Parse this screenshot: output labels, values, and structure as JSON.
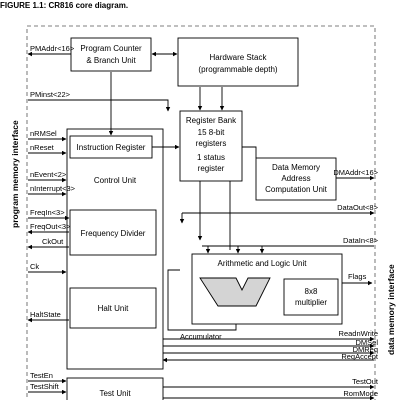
{
  "figure": {
    "title": "FIGURE 1.1:   CR816 core diagram."
  },
  "side_labels": {
    "left": "program memory interface",
    "right": "data memory interface"
  },
  "blocks": {
    "program_counter": [
      "Program Counter",
      "& Branch Unit"
    ],
    "hardware_stack": [
      "Hardware Stack",
      "(programmable depth)"
    ],
    "register_bank": [
      "Register Bank",
      "15 8-bit",
      "registers",
      "1 status",
      "register"
    ],
    "instruction_register": [
      "Instruction Register"
    ],
    "control_unit": [
      "Control Unit"
    ],
    "data_memory_address": [
      "Data Memory",
      "Address",
      "Computation Unit"
    ],
    "frequency_divider": [
      "Frequency Divider"
    ],
    "alu": [
      "Arithmetic and Logic Unit"
    ],
    "multiplier": [
      "8x8",
      "multiplier"
    ],
    "halt_unit": [
      "Halt Unit"
    ],
    "test_unit": [
      "Test Unit"
    ]
  },
  "signals": {
    "pmaddr": "PMAddr<16>",
    "pminst": "PMinst<22>",
    "nrmsel": "nRMSel",
    "nreset": "nReset",
    "nevent": "nEvent<2>",
    "ninterrupt": "nInterrupt<3>",
    "freqin": "FreqIn<3>",
    "freqout": "FreqOut<3>",
    "ckout": "CkOut",
    "ck": "Ck",
    "haltstate": "HaltState",
    "testen": "TestEn",
    "testshift": "TestShift",
    "dmaddr": "DMAddr<16>",
    "dataout": "DataOut<8>",
    "datain": "DataIn<8>",
    "flags": "Flags",
    "accumulator": "Accumulator",
    "readnwrite": "ReadnWrite",
    "dmsel": "DMSel",
    "dmreq": "DMReq",
    "regaccept": "RegAccept",
    "testout": "TestOut",
    "rommode": "RomMode"
  }
}
